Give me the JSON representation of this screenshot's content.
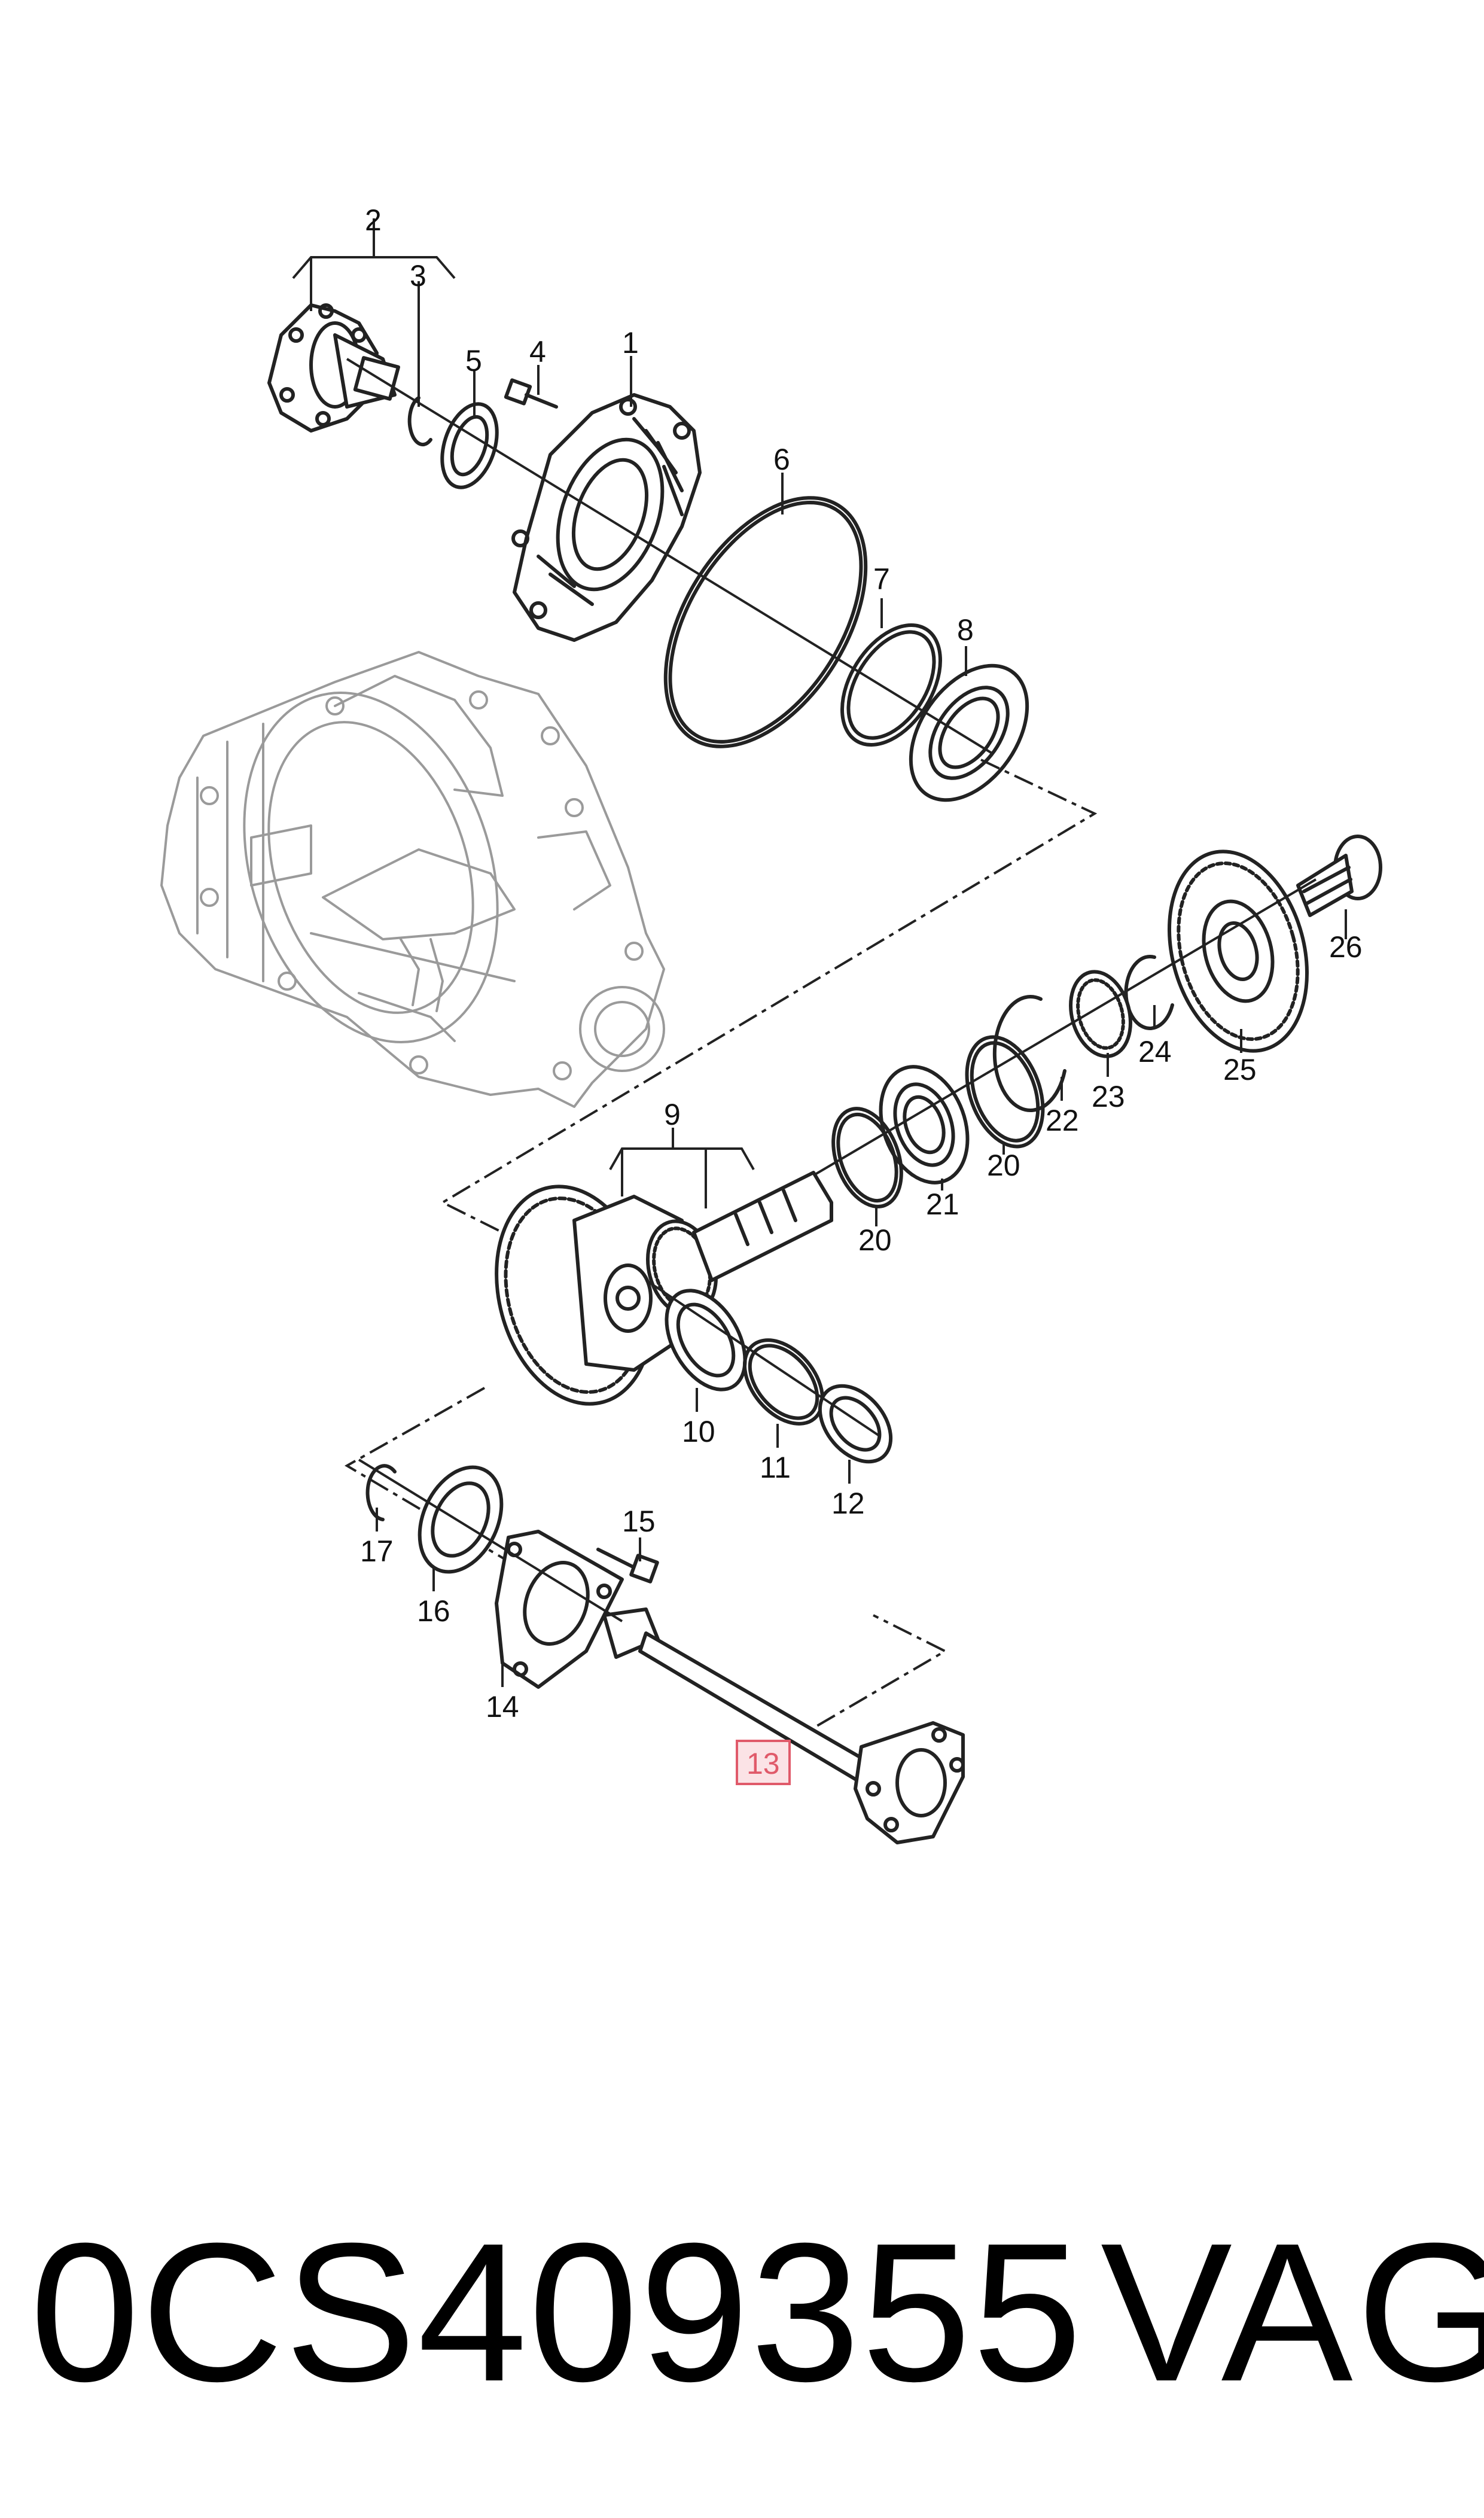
{
  "callouts": {
    "c1": "1",
    "c2": "2",
    "c3": "3",
    "c4": "4",
    "c5": "5",
    "c6": "6",
    "c7": "7",
    "c8": "8",
    "c9": "9",
    "c10": "10",
    "c11": "11",
    "c12": "12",
    "c13": "13",
    "c14": "14",
    "c15": "15",
    "c16": "16",
    "c17": "17",
    "c20a": "20",
    "c20b": "20",
    "c21": "21",
    "c22": "22",
    "c23": "23",
    "c24": "24",
    "c25": "25",
    "c26": "26"
  },
  "highlighted_callout": "13",
  "highlight_color": "#e05a6a",
  "part_number": "0CS409355",
  "brand": "VAG"
}
